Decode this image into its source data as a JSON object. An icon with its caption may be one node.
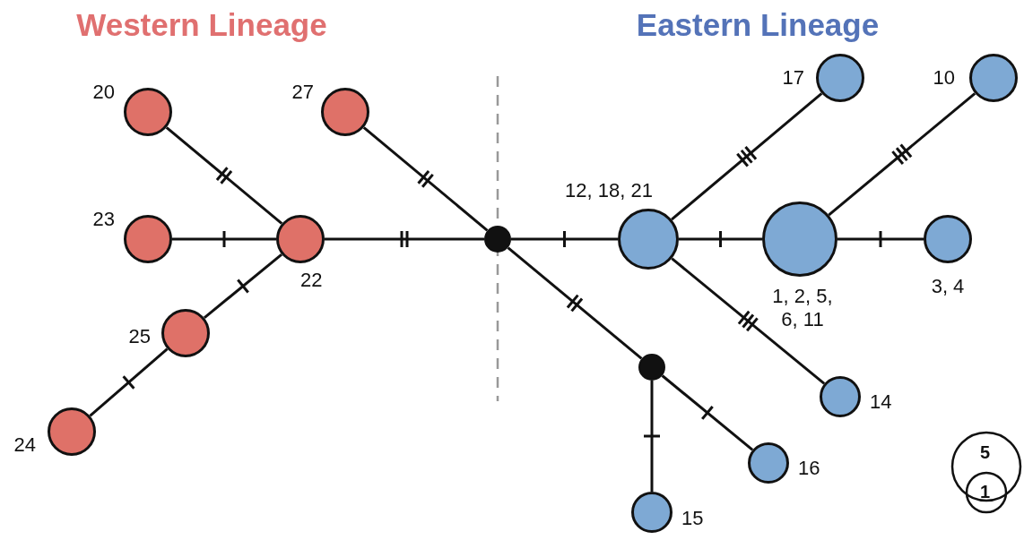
{
  "diagram": {
    "nodes": [
      {
        "text": [],
        "shape": "circle",
        "beside": [
          "20"
        ]
      },
      {
        "text": [],
        "shape": "circle",
        "beside": [
          "27"
        ]
      },
      {
        "text": [],
        "shape": "circle",
        "beside": [
          "23"
        ]
      },
      {
        "text": [],
        "shape": "circle",
        "beside": [
          "22"
        ]
      },
      {
        "text": [],
        "shape": "circle",
        "beside": [
          "25"
        ]
      },
      {
        "text": [],
        "shape": "circle",
        "beside": [
          "24"
        ]
      },
      {
        "text": [],
        "shape": "circle"
      },
      {
        "text": [],
        "shape": "circle",
        "beside": [
          "12, 18, 21"
        ]
      },
      {
        "text": [],
        "shape": "circle",
        "beside": [
          "17"
        ]
      },
      {
        "text": [],
        "shape": "circle",
        "beside": [
          "10"
        ]
      },
      {
        "text": [],
        "shape": "circle",
        "beside": [
          "1, 2, 5, 6, 11"
        ]
      },
      {
        "text": [],
        "shape": "circle",
        "beside": [
          "3, 4"
        ]
      },
      {
        "text": [],
        "shape": "circle",
        "beside": [
          "14"
        ]
      },
      {
        "text": [],
        "shape": "circle"
      },
      {
        "text": [],
        "shape": "circle",
        "beside": [
          "16"
        ]
      },
      {
        "text": [],
        "shape": "circle",
        "beside": [
          "15"
        ]
      }
    ],
    "edges": [
      {
        "from": 0,
        "to": 3,
        "arrow": "none"
      },
      {
        "from": 2,
        "to": 3,
        "arrow": "none"
      },
      {
        "from": 3,
        "to": 4,
        "arrow": "none"
      },
      {
        "from": 4,
        "to": 5,
        "arrow": "none"
      },
      {
        "from": 3,
        "to": 6,
        "arrow": "none"
      },
      {
        "from": 1,
        "to": 6,
        "arrow": "none"
      },
      {
        "from": 6,
        "to": 7,
        "arrow": "none"
      },
      {
        "from": 6,
        "to": 13,
        "arrow": "none"
      },
      {
        "from": 13,
        "to": 14,
        "arrow": "none"
      },
      {
        "from": 13,
        "to": 15,
        "arrow": "none"
      },
      {
        "from": 7,
        "to": 8,
        "arrow": "none"
      },
      {
        "from": 7,
        "to": 10,
        "arrow": "none"
      },
      {
        "from": 7,
        "to": 12,
        "arrow": "none"
      },
      {
        "from": 10,
        "to": 9,
        "arrow": "none"
      },
      {
        "from": 10,
        "to": 11,
        "arrow": "none"
      }
    ],
    "labels": [
      "Western Lineage",
      "Eastern Lineage"
    ],
    "legend": [
      {
        "text": "5"
      },
      {
        "text": "1"
      }
    ]
  }
}
